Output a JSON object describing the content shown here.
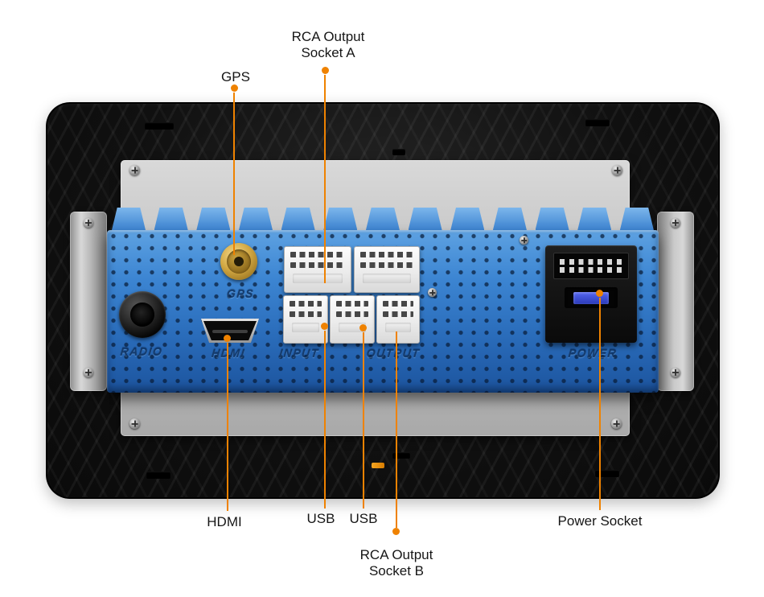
{
  "colors": {
    "callout_orange": "#EF8200",
    "panel_blue": "#2F79C8",
    "fuse_blue": "#2B3AB8",
    "background": "#FFFFFF"
  },
  "callouts": {
    "rca_a": {
      "label": "RCA Output\nSocket A"
    },
    "gps": {
      "label": "GPS"
    },
    "hdmi": {
      "label": "HDMI"
    },
    "usb_left": {
      "label": "USB"
    },
    "usb_right": {
      "label": "USB"
    },
    "rca_b": {
      "label": "RCA Output\nSocket B"
    },
    "power": {
      "label": "Power Socket"
    }
  },
  "panel_labels": {
    "radio": "RADIO",
    "gps": "GPS",
    "hdmi": "HDMI",
    "input": "INPUT",
    "output": "OUTPUT",
    "power": "POWER"
  }
}
